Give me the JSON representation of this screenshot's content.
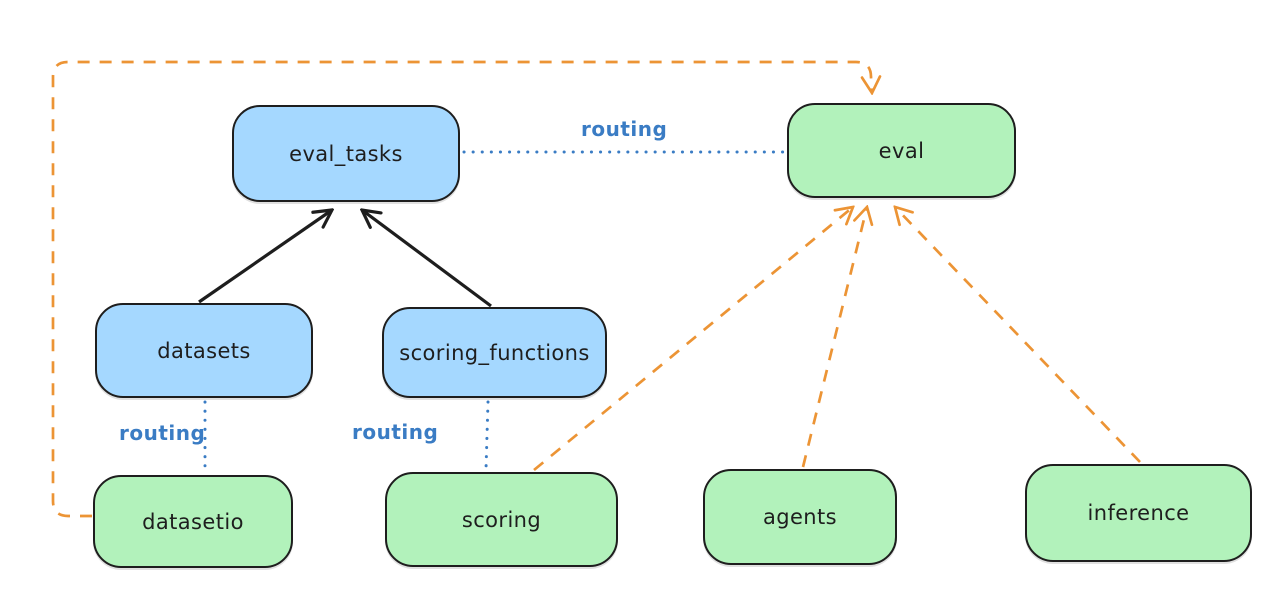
{
  "diagram": {
    "colors": {
      "blueFill": "#a5d8ff",
      "greenFill": "#b2f2bb",
      "stroke": "#1e1e1e",
      "orange": "#ec9435",
      "routingBlue": "#3a7cc4"
    },
    "nodes": [
      {
        "id": "eval_tasks",
        "label": "eval_tasks",
        "color": "blue"
      },
      {
        "id": "eval",
        "label": "eval",
        "color": "green"
      },
      {
        "id": "datasets",
        "label": "datasets",
        "color": "blue"
      },
      {
        "id": "scoring_functions",
        "label": "scoring_functions",
        "color": "blue"
      },
      {
        "id": "datasetio",
        "label": "datasetio",
        "color": "green"
      },
      {
        "id": "scoring",
        "label": "scoring",
        "color": "green"
      },
      {
        "id": "agents",
        "label": "agents",
        "color": "green"
      },
      {
        "id": "inference",
        "label": "inference",
        "color": "green"
      }
    ],
    "edges": [
      {
        "from": "datasets",
        "to": "eval_tasks",
        "style": "solid-arrow",
        "color": "black",
        "label": ""
      },
      {
        "from": "scoring_functions",
        "to": "eval_tasks",
        "style": "solid-arrow",
        "color": "black",
        "label": ""
      },
      {
        "from": "eval_tasks",
        "to": "eval",
        "style": "dotted",
        "color": "blue",
        "label": "routing"
      },
      {
        "from": "datasets",
        "to": "datasetio",
        "style": "dotted",
        "color": "blue",
        "label": "routing"
      },
      {
        "from": "scoring_functions",
        "to": "scoring",
        "style": "dotted",
        "color": "blue",
        "label": "routing"
      },
      {
        "from": "scoring",
        "to": "eval",
        "style": "dashed-arrow",
        "color": "orange",
        "label": ""
      },
      {
        "from": "agents",
        "to": "eval",
        "style": "dashed-arrow",
        "color": "orange",
        "label": ""
      },
      {
        "from": "inference",
        "to": "eval",
        "style": "dashed-arrow",
        "color": "orange",
        "label": ""
      },
      {
        "from": "datasetio",
        "to": "eval",
        "style": "dashed-arrow",
        "color": "orange",
        "route": "around-left-top",
        "label": ""
      }
    ]
  }
}
